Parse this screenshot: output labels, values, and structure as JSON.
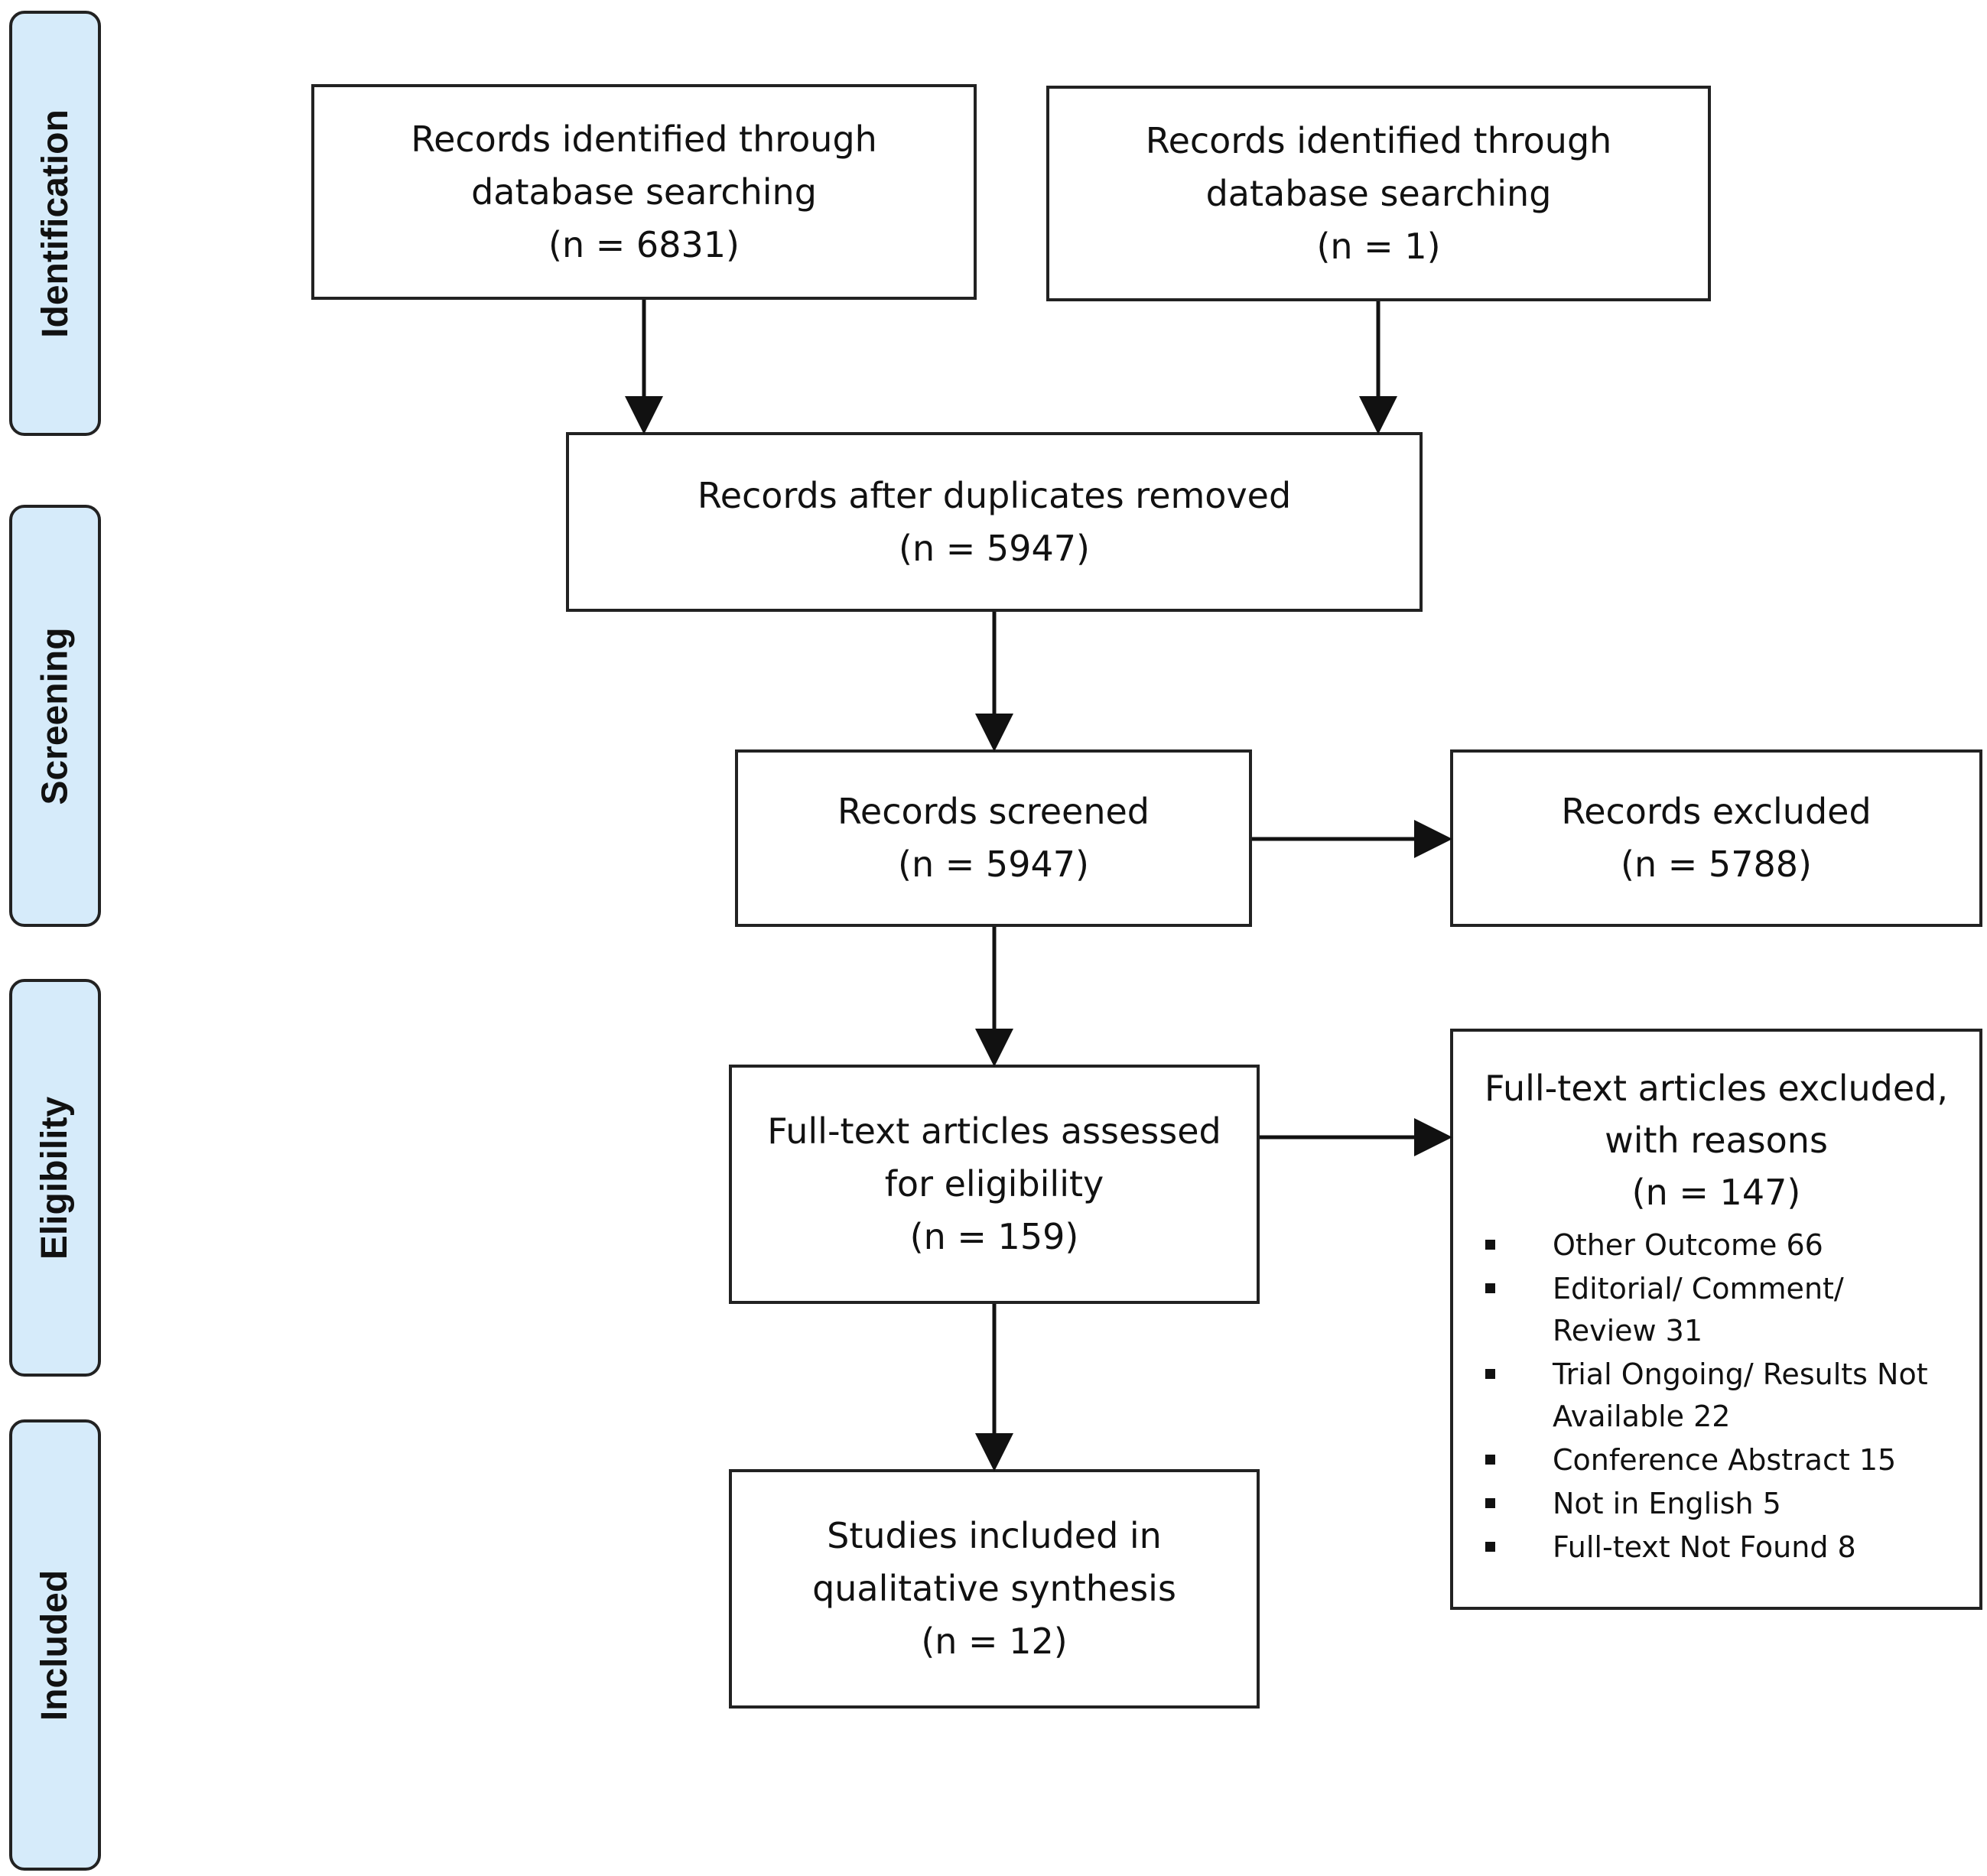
{
  "stages": [
    {
      "id": "identification",
      "label": "Identification"
    },
    {
      "id": "screening",
      "label": "Screening"
    },
    {
      "id": "eligibility",
      "label": "Eligibility"
    },
    {
      "id": "included",
      "label": "Included"
    }
  ],
  "boxes": {
    "db_search_1": {
      "line1": "Records identified through",
      "line2": "database searching",
      "count": "(n = 6831)"
    },
    "db_search_2": {
      "line1": "Records identified through",
      "line2": "database searching",
      "count": "(n = 1)"
    },
    "dedup": {
      "line1": "Records after duplicates removed",
      "count": "(n = 5947)"
    },
    "screened": {
      "line1": "Records screened",
      "count": "(n = 5947)"
    },
    "excluded": {
      "line1": "Records excluded",
      "count": "(n = 5788)"
    },
    "fulltext": {
      "line1": "Full-text articles assessed",
      "line2": "for eligibility",
      "count": "(n = 159)"
    },
    "included": {
      "line1": "Studies included in",
      "line2": "qualitative synthesis",
      "count": "(n = 12)"
    }
  },
  "fulltext_excluded": {
    "line1": "Full-text articles excluded,",
    "line2": "with reasons",
    "count": "(n = 147)",
    "reasons": [
      {
        "line1": "Other Outcome 66"
      },
      {
        "line1": "Editorial/ Comment/",
        "line2": "Review 31"
      },
      {
        "line1": "Trial Ongoing/ Results Not",
        "line2": "Available 22"
      },
      {
        "line1": "Conference Abstract 15"
      },
      {
        "line1": "Not in English 5"
      },
      {
        "line1": "Full-text Not Found 8"
      }
    ]
  },
  "colors": {
    "stage_fill": "#d6ebfa",
    "border": "#222222",
    "background": "#ffffff"
  }
}
